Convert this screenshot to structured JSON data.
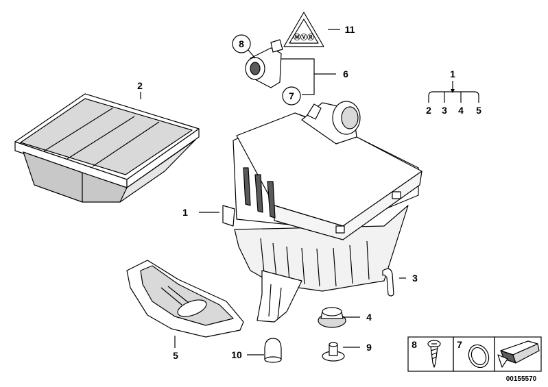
{
  "callouts": {
    "c1": "1",
    "c2": "2",
    "c3": "3",
    "c4": "4",
    "c5": "5",
    "c6": "6",
    "c7": "7",
    "c8": "8",
    "c9": "9",
    "c10": "10",
    "c11": "11"
  },
  "tree": {
    "root": "1",
    "children": [
      "2",
      "3",
      "4",
      "5"
    ]
  },
  "legend": {
    "box_a": "8",
    "box_b": "7"
  },
  "warning_label_text": "ⓂⓋⓇ",
  "doc_number": "00155570",
  "colors": {
    "ink": "#000000",
    "paper": "#ffffff",
    "shade": "#d9d9d9",
    "dark": "#5a5a5a"
  }
}
